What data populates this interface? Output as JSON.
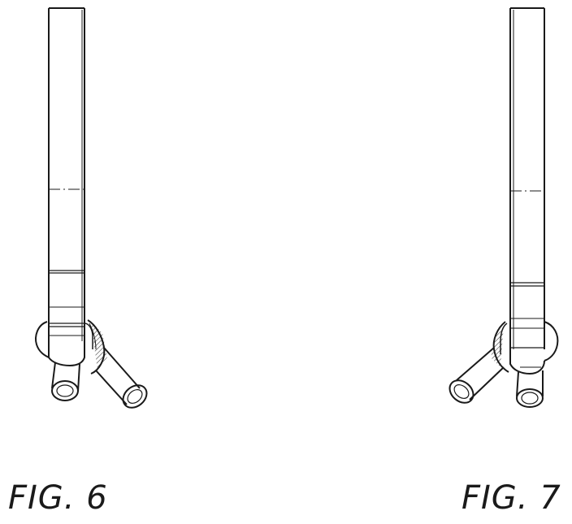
{
  "figures": [
    {
      "id": "fig6",
      "label": "FIG. 6"
    },
    {
      "id": "fig7",
      "label": "FIG. 7"
    }
  ],
  "colors": {
    "line": "#1a1a1a",
    "paper": "#ffffff"
  }
}
